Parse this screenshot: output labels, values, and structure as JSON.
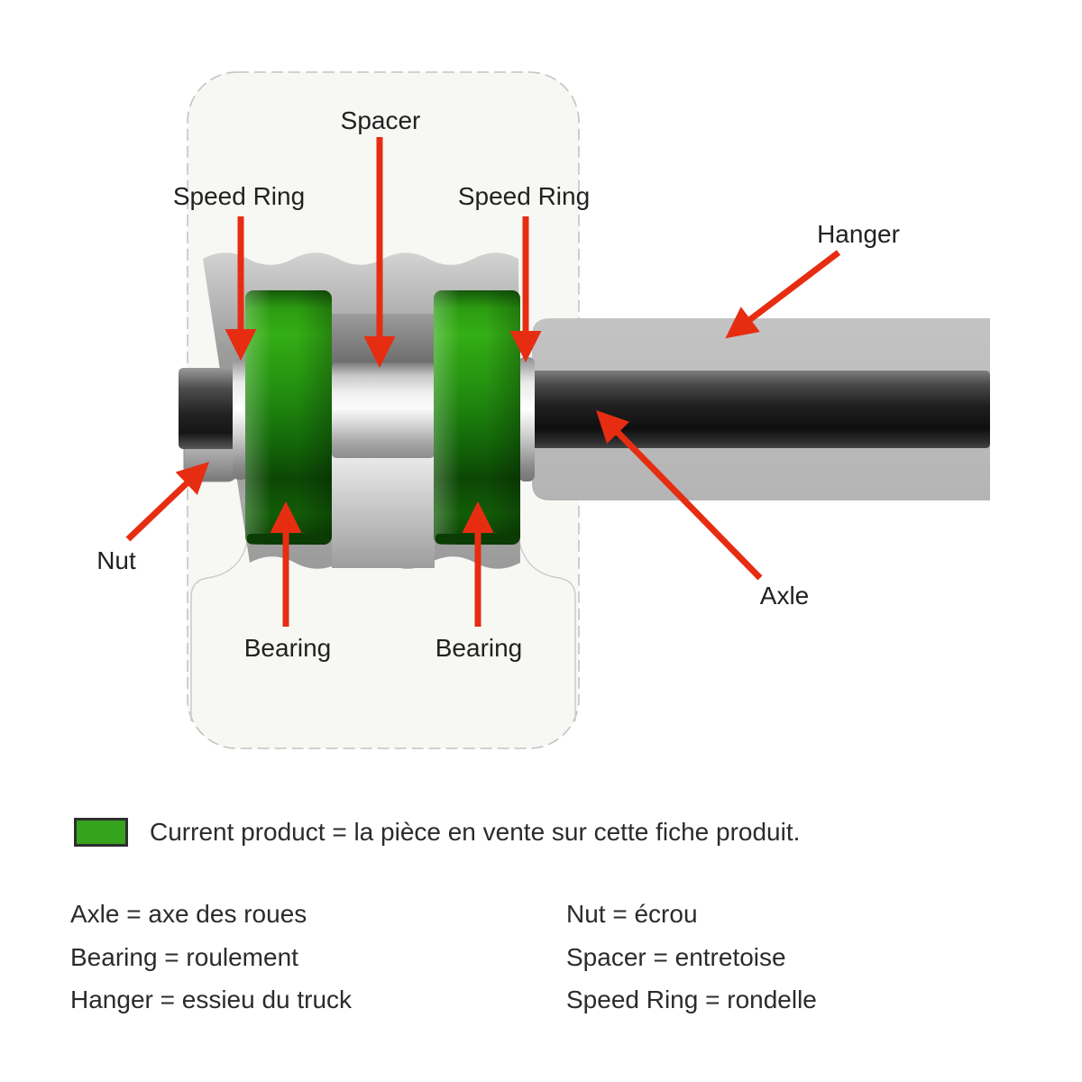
{
  "diagram": {
    "spacer_label": "Spacer",
    "speed_ring_left_label": "Speed Ring",
    "speed_ring_right_label": "Speed Ring",
    "hanger_label": "Hanger",
    "nut_label": "Nut",
    "axle_label": "Axle",
    "bearing_left_label": "Bearing",
    "bearing_right_label": "Bearing"
  },
  "legend": {
    "swatch_color": "#35a41c",
    "text": "Current product = la pièce en vente sur cette fiche produit."
  },
  "glossary": {
    "left": [
      "Axle = axe des roues",
      "Bearing = roulement",
      "Hanger = essieu du truck"
    ],
    "right": [
      "Nut = écrou",
      "Spacer = entretoise",
      "Speed Ring = rondelle"
    ]
  },
  "colors": {
    "arrow_red": "#e62d12",
    "bearing_green": "#23a30d",
    "hanger_gray": "#bfbfbf",
    "axle_dark": "#1a1a1a",
    "wheel_fill": "#f7f7f4"
  }
}
